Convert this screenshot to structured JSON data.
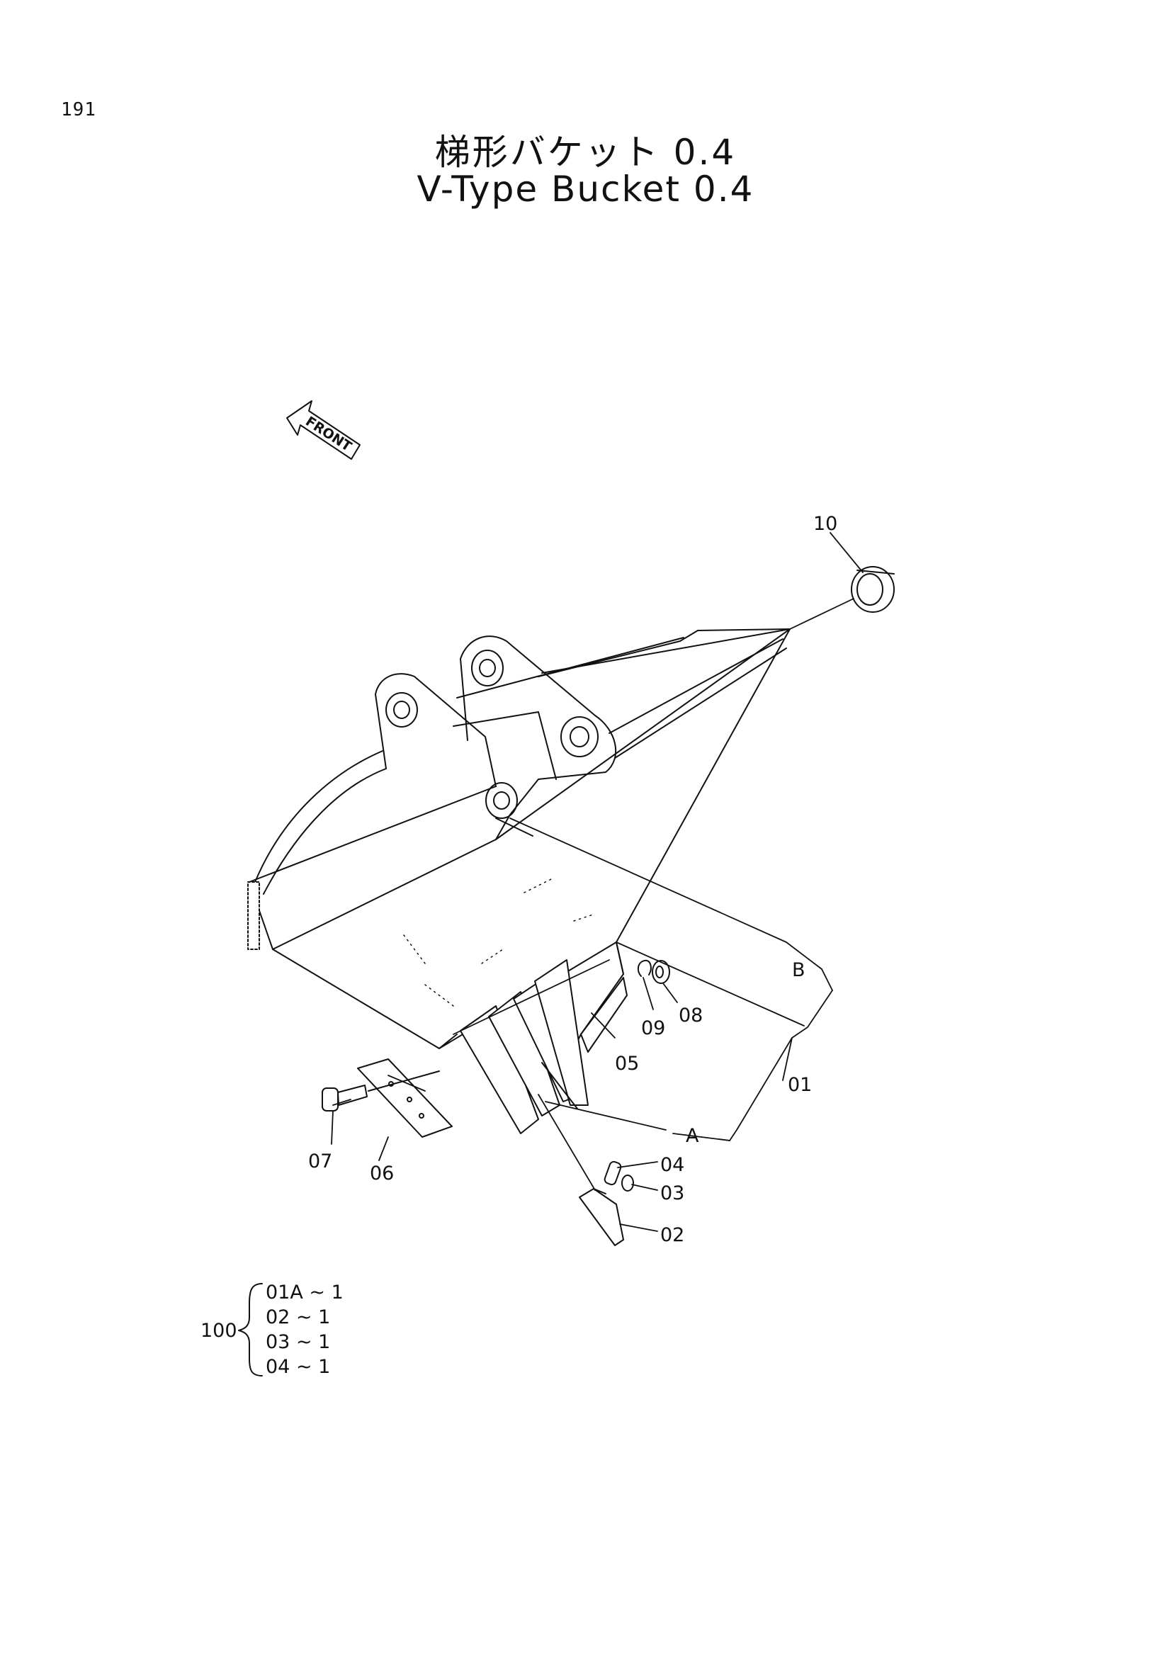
{
  "page_number": "191",
  "title_ja": "梯形バケット 0.4",
  "title_en": "V-Type Bucket 0.4",
  "front_label": "FRONT",
  "callouts": {
    "p10": "10",
    "pB": "B",
    "p08": "08",
    "p09": "09",
    "p05": "05",
    "p01": "01",
    "pA": "A",
    "p06": "06",
    "p07": "07",
    "p04": "04",
    "p03": "03",
    "p02": "02"
  },
  "assembly": {
    "id": "100",
    "lines": [
      "01A ~ 1",
      "02 ~ 1",
      "03 ~ 1",
      "04 ~ 1"
    ]
  }
}
